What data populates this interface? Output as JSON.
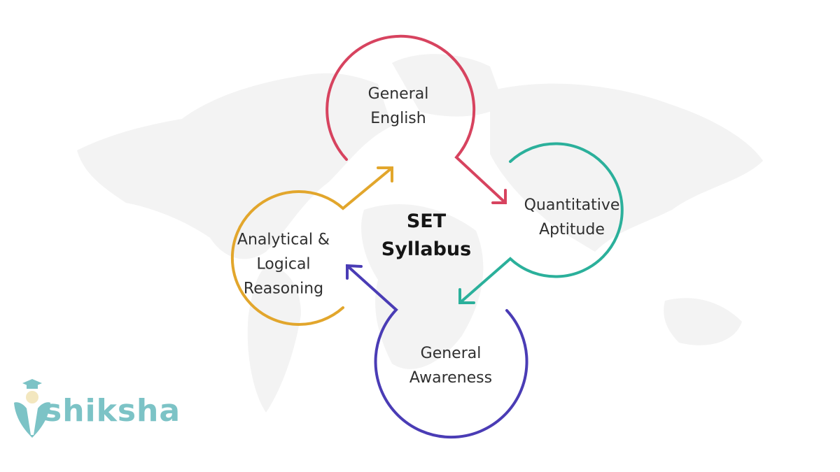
{
  "diagram": {
    "center": {
      "line1": "SET",
      "line2": "Syllabus"
    },
    "nodes": [
      {
        "id": "general-english",
        "label": "General\nEnglish",
        "color": "#d7435f"
      },
      {
        "id": "quantitative-aptitude",
        "label": "Quantitative\nAptitude",
        "color": "#2bb09b"
      },
      {
        "id": "general-awareness",
        "label": "General\nAwareness",
        "color": "#4a3cb5"
      },
      {
        "id": "analytical-logical-reasoning",
        "label": "Analytical &\nLogical\nReasoning",
        "color": "#e2a62c"
      }
    ],
    "flow": [
      "General English",
      "Quantitative Aptitude",
      "General Awareness",
      "Analytical & Logical Reasoning",
      "General English"
    ]
  },
  "branding": {
    "logo_text": "shiksha",
    "logo_color": "#7cc3c6"
  },
  "background": {
    "map_color": "#f2f2f2"
  }
}
